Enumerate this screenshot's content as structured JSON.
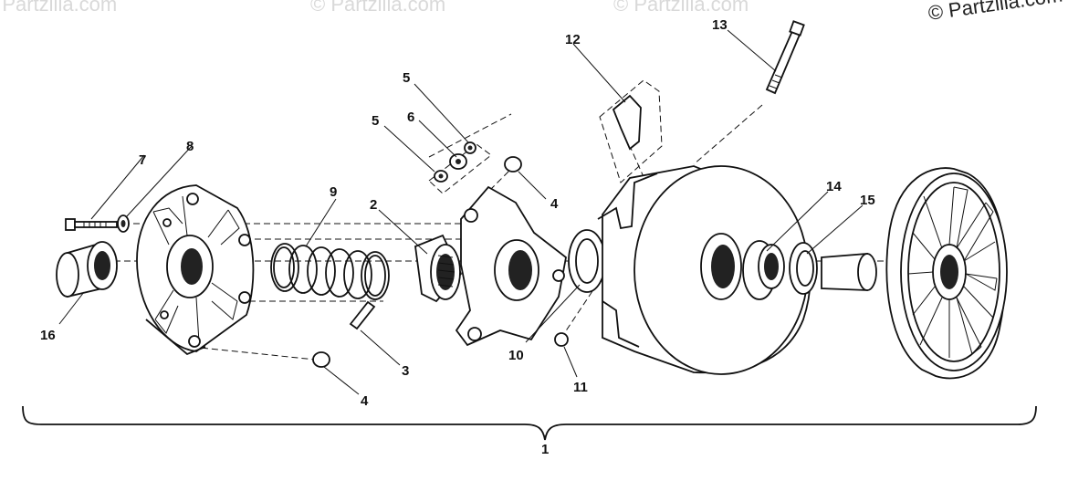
{
  "watermarks": [
    "© Partzilla.com",
    "© Partzilla.com",
    "© Partzilla.com",
    "© Partzilla.com"
  ],
  "callouts": {
    "c1": "1",
    "c2": "2",
    "c3": "3",
    "c4a": "4",
    "c4b": "4",
    "c5a": "5",
    "c5b": "5",
    "c6": "6",
    "c7": "7",
    "c8": "8",
    "c9": "9",
    "c10": "10",
    "c11": "11",
    "c12": "12",
    "c13": "13",
    "c14": "14",
    "c15": "15",
    "c16": "16"
  }
}
